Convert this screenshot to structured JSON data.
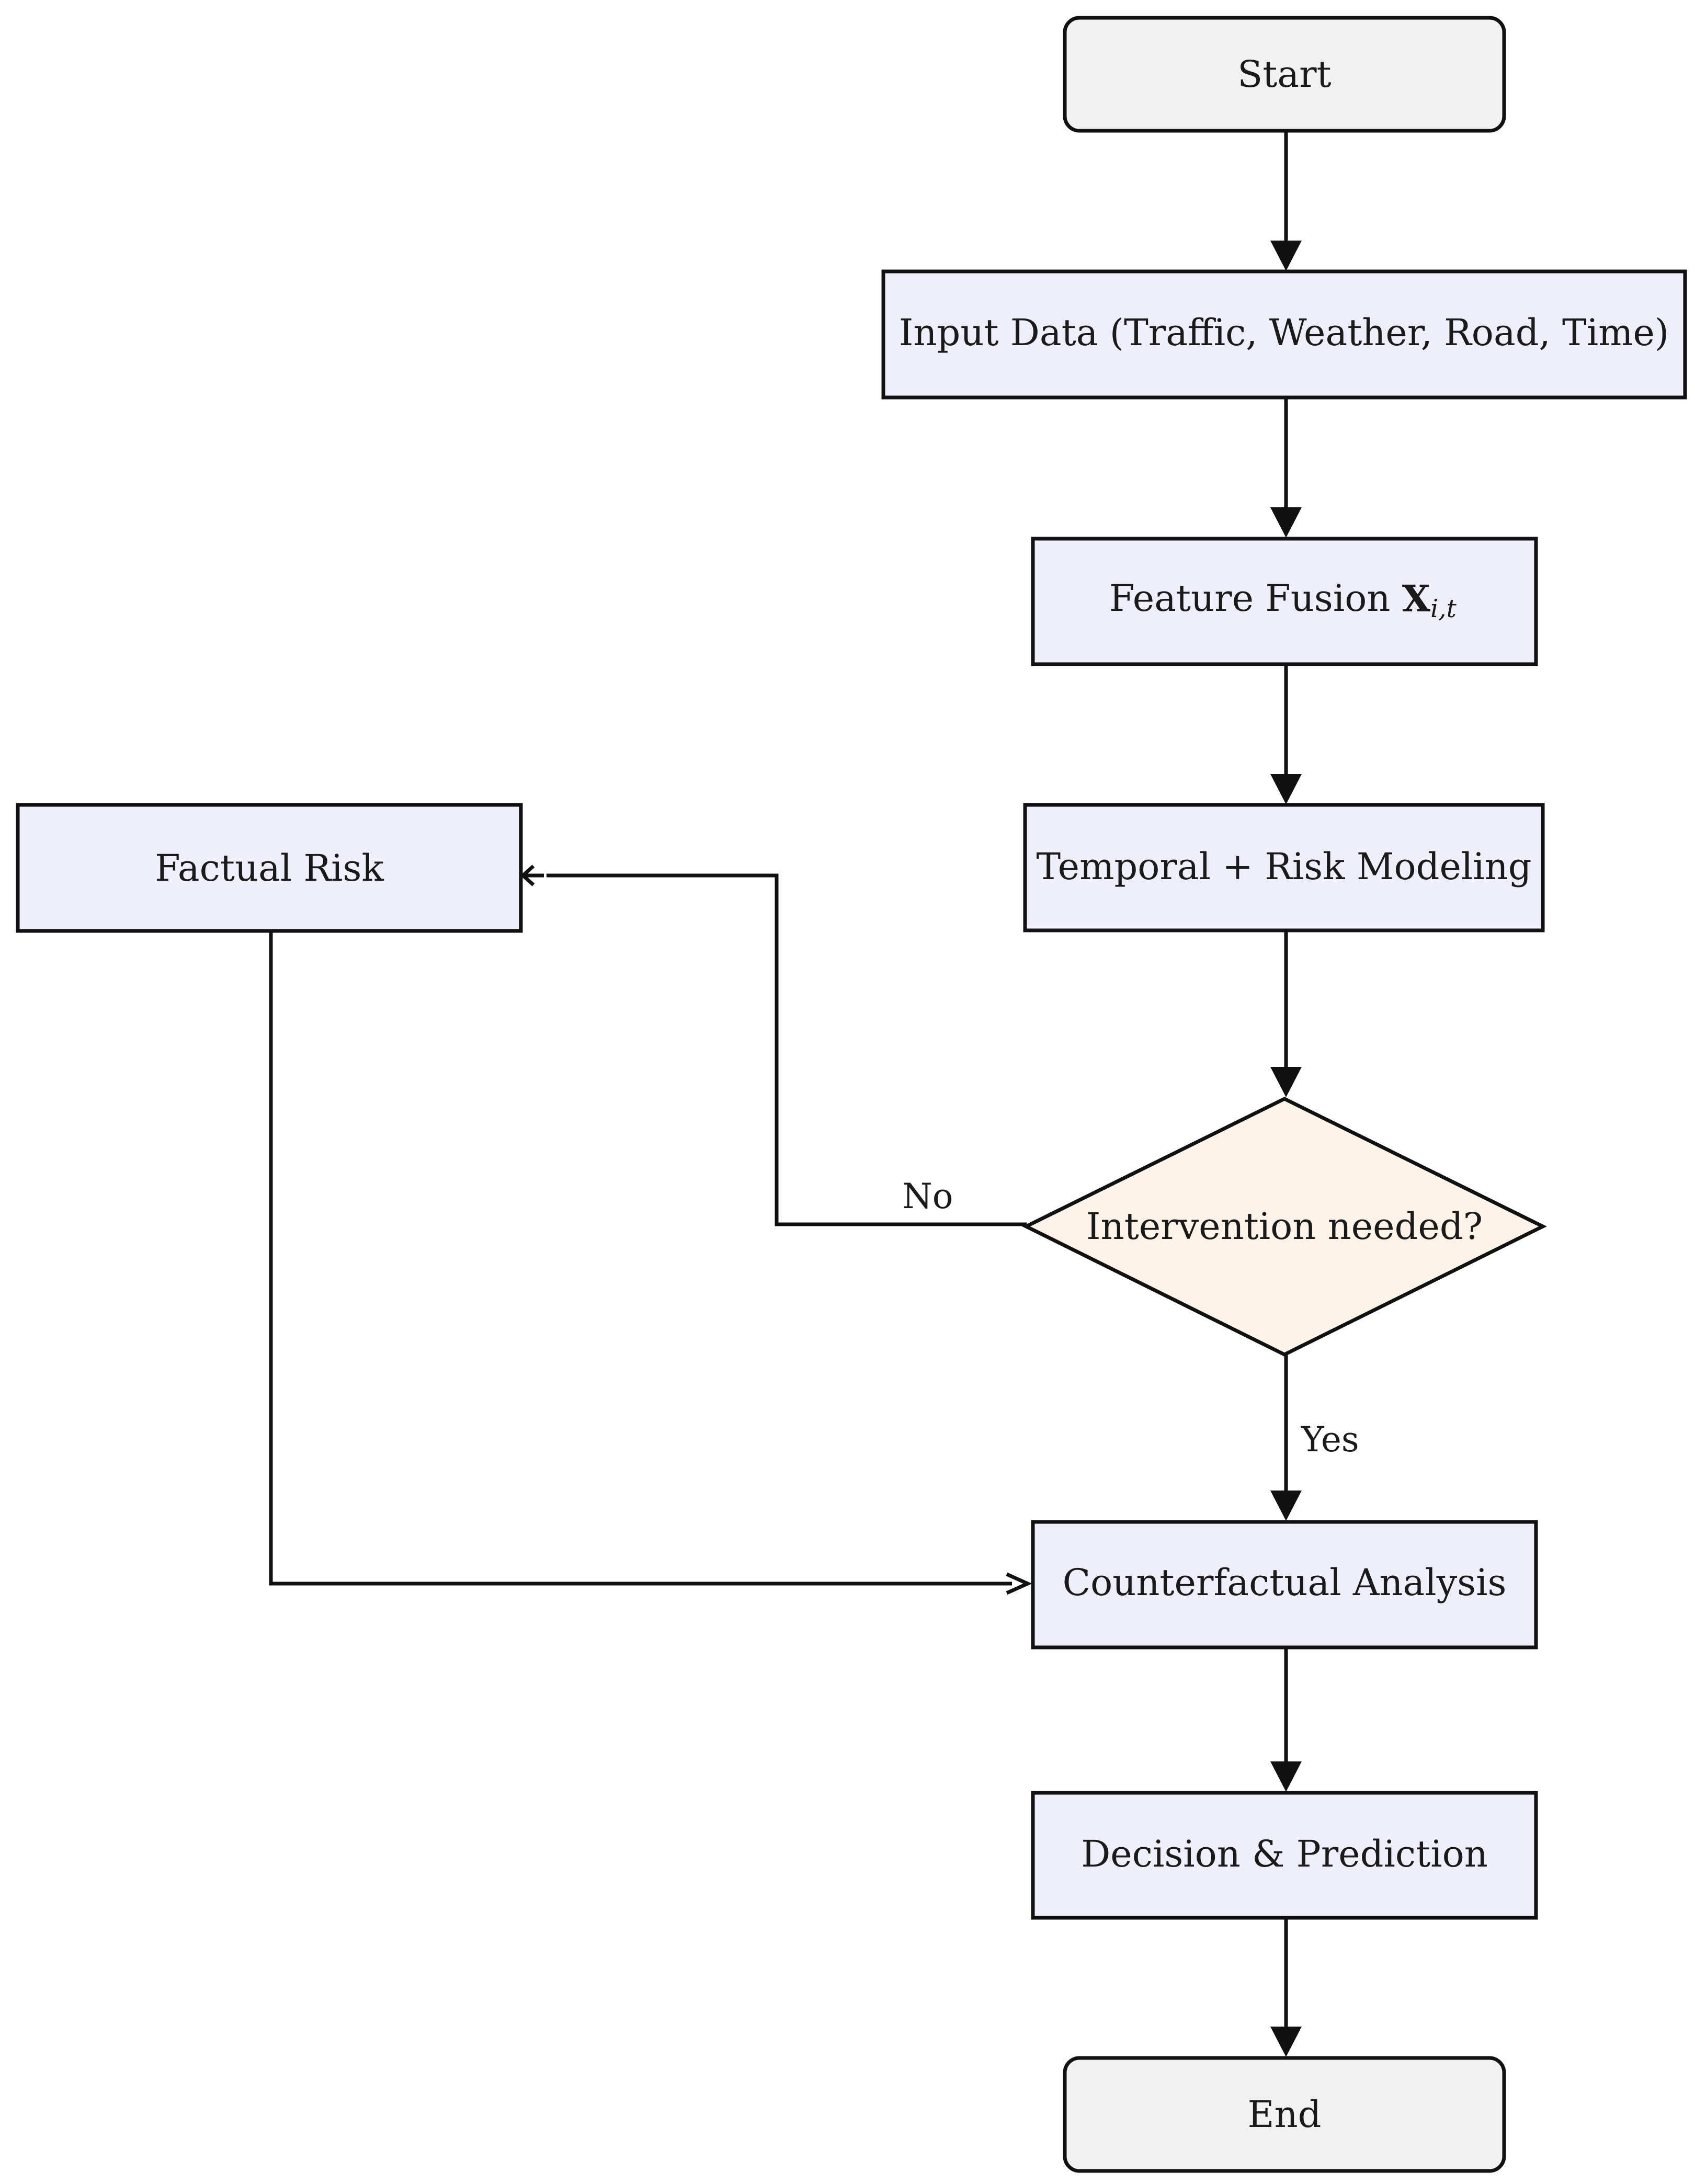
{
  "nodes": {
    "start": "Start",
    "input_data": "Input Data (Traffic, Weather, Road, Time)",
    "feature_fusion": {
      "text": "Feature Fusion ",
      "symbol": "X",
      "subscript": "i,t"
    },
    "temporal_risk": "Temporal + Risk Modeling",
    "decision": "Intervention needed?",
    "factual_risk": "Factual Risk",
    "counterfactual": "Counterfactual Analysis",
    "decision_prediction": "Decision & Prediction",
    "end": "End"
  },
  "edges": {
    "no_label": "No",
    "yes_label": "Yes"
  },
  "colors": {
    "process_fill": "#efeffb",
    "terminal_fill": "#f1f1f1",
    "decision_fill": "#fdf3e8",
    "stroke": "#111111"
  }
}
